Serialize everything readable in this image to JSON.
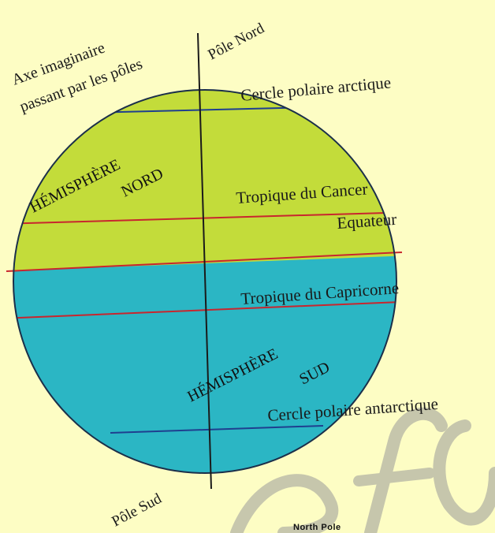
{
  "diagram": {
    "labels": {
      "axis_line1": "Axe imaginaire",
      "axis_line2": "passant par les pôles",
      "north_pole": "Pôle Nord",
      "south_pole": "Pôle Sud",
      "arctic_circle": "Cercle polaire arctique",
      "tropic_cancer": "Tropique du Cancer",
      "equator": "Equateur",
      "tropic_capricorn": "Tropique du Capricorne",
      "antarctic_circle": "Cercle polaire antarctique",
      "north_hemi_line1": "HÉMISPHÈRE",
      "north_hemi_line2": "NORD",
      "south_hemi_line1": "HÉMISPHÈRE",
      "south_hemi_line2": "SUD",
      "bottom_caption": "North Pole"
    },
    "colors": {
      "background": "#fdfdc4",
      "north_hemisphere": "#c3dc3a",
      "south_hemisphere": "#2bb6c4",
      "outline": "#1b2f4a",
      "tropic_lines": "#c8262e",
      "polar_lines": "#1f3f8f",
      "watermark": "#9a9a9a"
    },
    "watermark_text": "fo"
  }
}
